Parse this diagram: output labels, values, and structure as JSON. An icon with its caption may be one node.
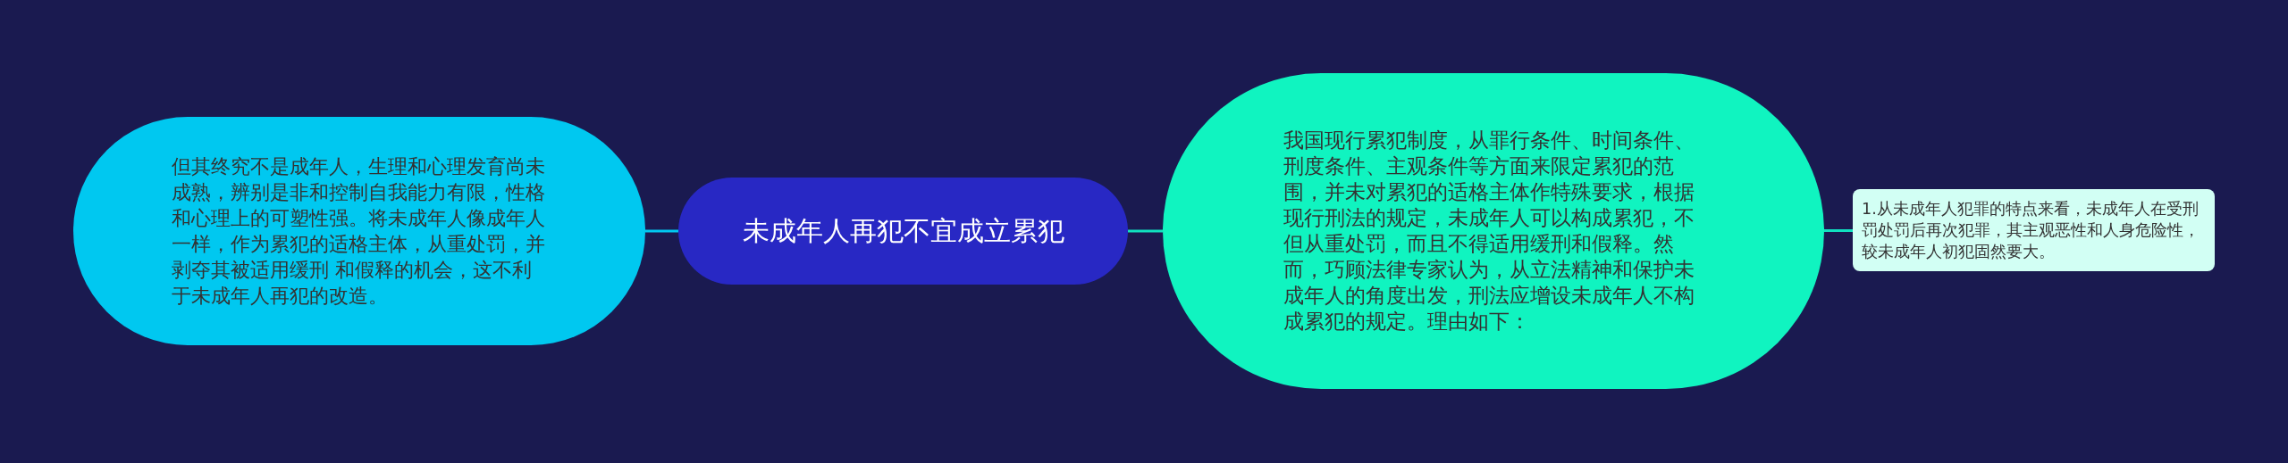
{
  "diagram": {
    "nodes": [
      {
        "text": [
          "未成年人再犯不宜成立累犯"
        ]
      },
      {
        "text": [
          "但其终究不是成年人，生理和心理发育尚未成熟，辨别是非和控制自我能力有限，性格和心理上的可塑性强。将未成年人像成年人一样，作为累犯的适格主体，从重处罚，并剥夺其被适用缓刑 和假释的机会，这不利于未成年人再犯的改造。"
        ]
      },
      {
        "text": [
          "我国现行累犯制度，从罪行条件、时间条件、刑度条件、主观条件等方面来限定累犯的范围，并未对累犯的适格主体作特殊要求，根据现行刑法的规定，未成年人可以构成累犯，不但从重处罚，而且不得适用缓刑和假释。然而，巧顾法律专家认为，从立法精神和保护未成年人的角度出发，刑法应增设未成年人不构成累犯的规定。理由如下："
        ]
      },
      {
        "text": [
          "1.从未成年人犯罪的特点来看，未成年人在受刑罚处罚后再次犯罪，其主观恶性和人身危险性，较未成年人初犯固然要大。"
        ]
      }
    ],
    "edges": [
      {
        "from": 0,
        "to": 1,
        "arrow": "none",
        "color": "#00c8f0"
      },
      {
        "from": 0,
        "to": 2,
        "arrow": "none"
      },
      {
        "from": 2,
        "to": 3,
        "arrow": "none"
      }
    ]
  }
}
